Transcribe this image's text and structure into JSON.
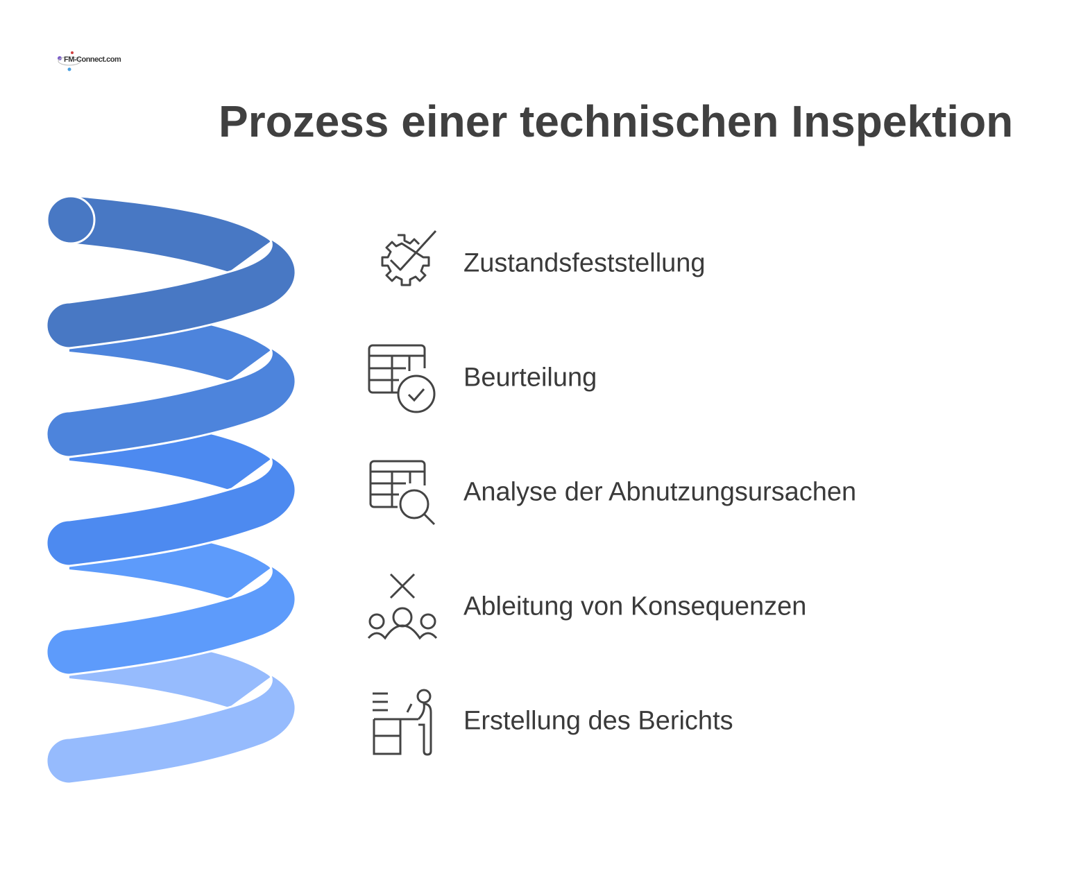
{
  "logo": {
    "text": "FM-Connect.com"
  },
  "title": "Prozess einer technischen Inspektion",
  "colors": [
    "#4878c4",
    "#4d84dc",
    "#4d8af0",
    "#5d9bfb",
    "#96bbfd"
  ],
  "steps": [
    {
      "label": "Zustandsfeststellung",
      "icon": "gear-check-icon"
    },
    {
      "label": "Beurteilung",
      "icon": "table-check-icon"
    },
    {
      "label": "Analyse der Abnutzungsursachen",
      "icon": "table-search-icon"
    },
    {
      "label": "Ableitung von Konsequenzen",
      "icon": "people-x-icon"
    },
    {
      "label": "Erstellung des Berichts",
      "icon": "presenter-desk-icon"
    }
  ]
}
